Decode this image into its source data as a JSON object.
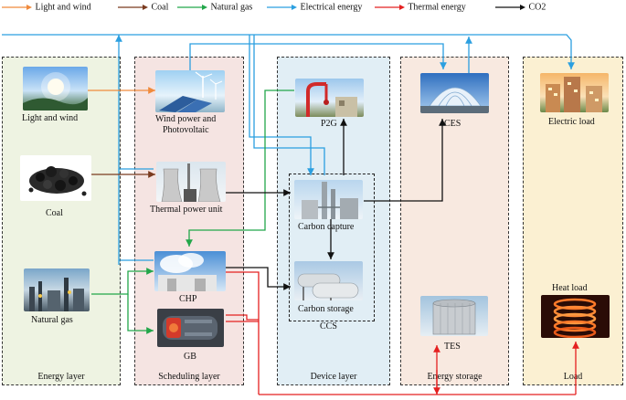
{
  "legend": [
    {
      "label": "Light and wind",
      "color": "#f08a3c"
    },
    {
      "label": "Coal",
      "color": "#7a3b1f"
    },
    {
      "label": "Natural gas",
      "color": "#22a64a"
    },
    {
      "label": "Electrical energy",
      "color": "#2b9fe0"
    },
    {
      "label": "Thermal energy",
      "color": "#e42020"
    },
    {
      "label": "CO2",
      "color": "#111111"
    }
  ],
  "layers": {
    "energy": "Energy layer",
    "scheduling": "Scheduling layer",
    "device": "Device layer",
    "storage": "Energy storage",
    "load": "Load"
  },
  "nodes": {
    "light_wind": "Light and wind",
    "coal": "Coal",
    "natural_gas": "Natural gas",
    "wind_pv_line1": "Wind power and",
    "wind_pv_line2": "Photovoltaic",
    "thermal_unit": "Thermal power unit",
    "chp": "CHP",
    "gb": "GB",
    "p2g": "P2G",
    "carbon_capture": "Carbon capture",
    "carbon_storage": "Carbon storage",
    "ccs": "CCS",
    "ces": "CES",
    "tes": "TES",
    "electric_load": "Electric load",
    "heat_load": "Heat load"
  }
}
